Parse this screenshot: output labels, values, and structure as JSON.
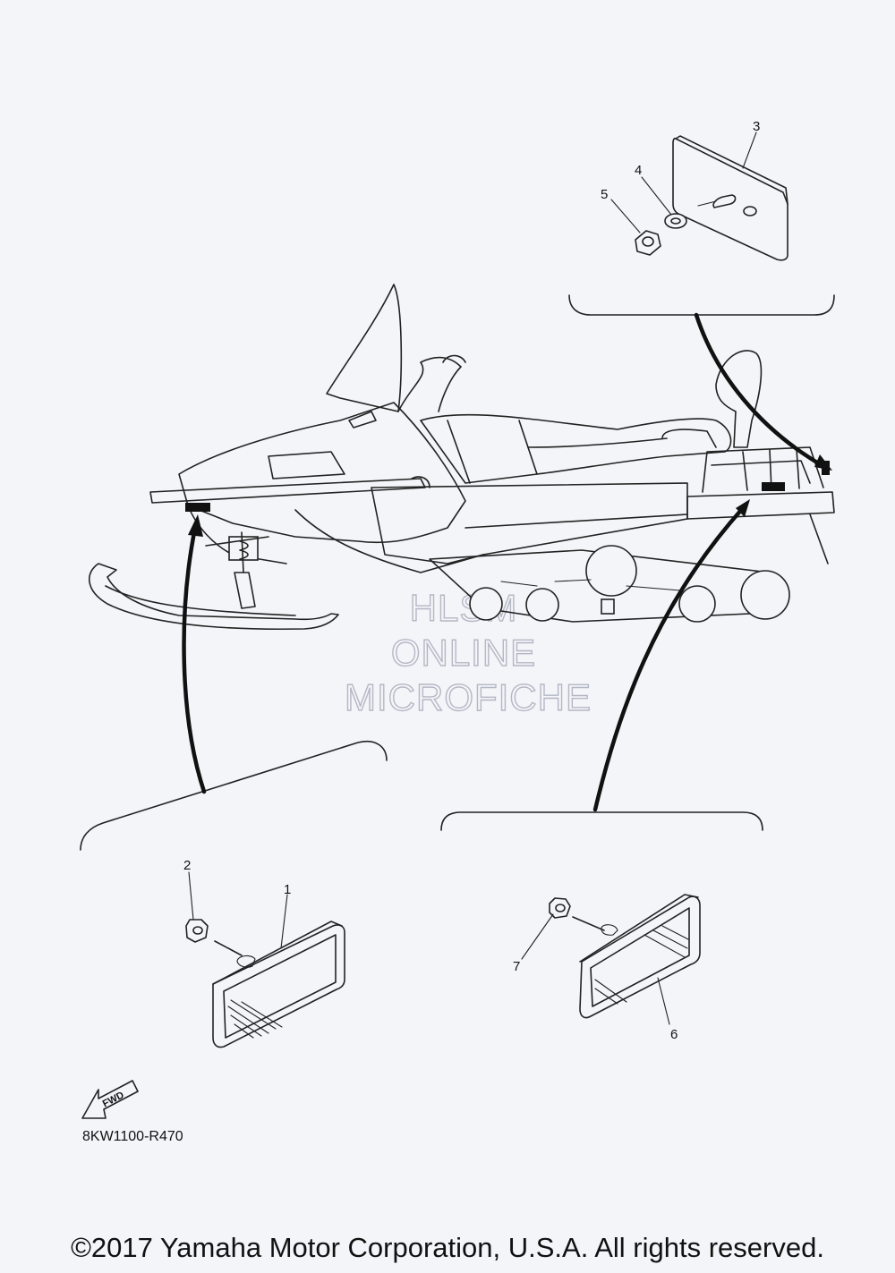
{
  "callouts": [
    "1",
    "2",
    "3",
    "4",
    "5",
    "6",
    "7"
  ],
  "watermark": {
    "line1": "HLSM",
    "line2": "ONLINE",
    "line3": "MICROFICHE"
  },
  "fwd_label": "FWD",
  "part_code": "8KW1100-R470",
  "copyright": "©2017 Yamaha Motor Corporation, U.S.A. All rights reserved."
}
